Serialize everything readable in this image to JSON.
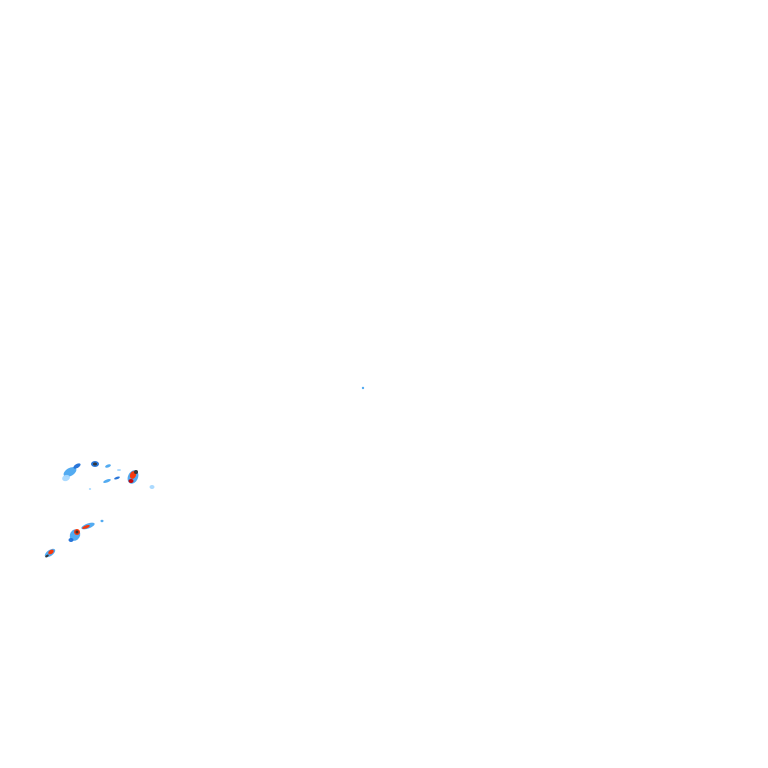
{
  "map": {
    "kind": "weather-radar-reflectivity-tile",
    "background_color": "#ffffff",
    "intensity_palette": {
      "light": "#a6d8ff",
      "moderate": "#4aa6f0",
      "medium": "#1f6fd6",
      "heavy": "#ff3300",
      "severe": "#cc0000",
      "outline": "#333333"
    },
    "echo_cells": [
      {
        "name": "echo-cell-northwest-1",
        "intensity": "moderate"
      },
      {
        "name": "echo-cell-northwest-2",
        "intensity": "medium"
      },
      {
        "name": "echo-cell-north-1",
        "intensity": "moderate"
      },
      {
        "name": "echo-cell-north-2",
        "intensity": "light"
      },
      {
        "name": "echo-cell-center-1",
        "intensity": "moderate"
      },
      {
        "name": "echo-cell-east-1",
        "intensity": "heavy"
      },
      {
        "name": "echo-cell-east-2",
        "intensity": "light"
      },
      {
        "name": "echo-cell-south-1",
        "intensity": "heavy"
      },
      {
        "name": "echo-cell-south-2",
        "intensity": "heavy"
      },
      {
        "name": "echo-cell-southwest-1",
        "intensity": "heavy"
      },
      {
        "name": "echo-cell-isolated",
        "intensity": "moderate"
      }
    ]
  }
}
